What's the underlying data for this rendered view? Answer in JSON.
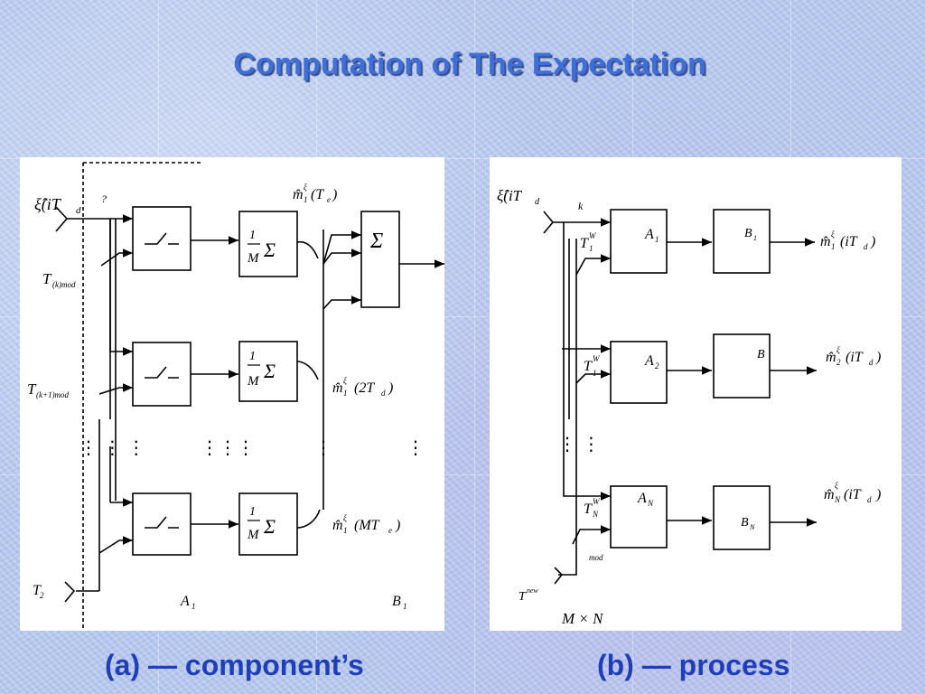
{
  "slide": {
    "title": "Computation of The Expectation",
    "title_color": "#3e6fd8",
    "caption_color": "#1f3fb8"
  },
  "diagram_a": {
    "caption": "(a) — component’s",
    "input_label": "ξ̂(iT",
    "input_sub": "d",
    "branch_k_label": "?",
    "t_label_1": "T",
    "t_sub_1": "(k)mod",
    "t_label_2": "T",
    "t_sub_2": "(k+1)mod",
    "t_label_3": "T",
    "t_sub_3": "2",
    "avg_prefix": "1",
    "avg_den": "M",
    "sigma": "Σ",
    "out_1": "m̂",
    "out_1_args": "(T",
    "out_1_tail": ")",
    "out_2": "m̂",
    "out_2_args": "(2T",
    "out_2_tail": ")",
    "out_3": "m̂",
    "out_3_args": "(MT",
    "out_3_tail": ")",
    "xi_sup": "ξ",
    "sub_1": "1",
    "sub_d": "d",
    "sub_e": "e",
    "label_a1": "A",
    "label_a1_sub": "1",
    "label_b1": "B",
    "label_b1_sub": "1",
    "dots_col": "⋮ ⋮ ⋮",
    "dots_col2": "⋮⋮⋮",
    "dots_single": "⋮"
  },
  "diagram_b": {
    "caption": "(b) — process",
    "input_label": "ξ̂(iT",
    "input_sub": "d",
    "k_label": "k",
    "a_blocks": [
      "A",
      "A",
      "A"
    ],
    "a_subs": [
      "1",
      "2",
      "N"
    ],
    "b_blocks": [
      "B",
      "B",
      "B"
    ],
    "b_subs": [
      "1",
      "",
      "N"
    ],
    "tw_label": "T",
    "tw_sup": "W",
    "tw_subs": [
      "1",
      "1",
      "N"
    ],
    "out_m": "m̂",
    "out_args": "(iT",
    "out_tail": ")",
    "out_xi": "ξ",
    "out_subs": [
      "1",
      "2",
      "N"
    ],
    "out_d": "d",
    "bottom_t": "T",
    "bottom_t_sup": "new",
    "mod_label": "mod",
    "mxn": "M × N",
    "dots_col": "⋮ ⋮"
  }
}
